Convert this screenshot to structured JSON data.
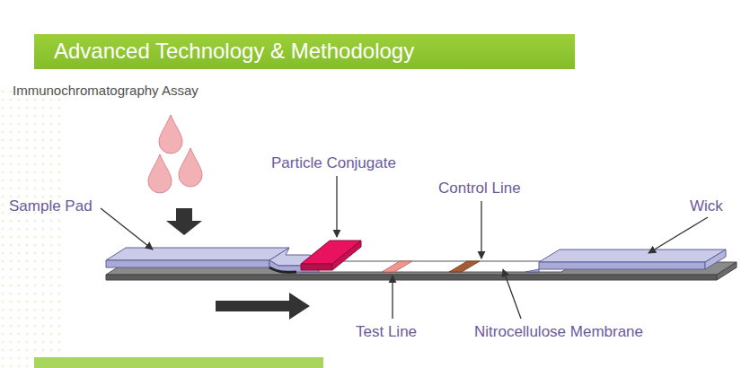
{
  "diagram": {
    "title": "Advanced Technology & Methodology",
    "labels": [
      "Immunochromatography Assay",
      "Sample Pad",
      "Particle Conjugate",
      "Control Line",
      "Wick",
      "Test Line",
      "Nitrocellulose Membrane"
    ]
  }
}
